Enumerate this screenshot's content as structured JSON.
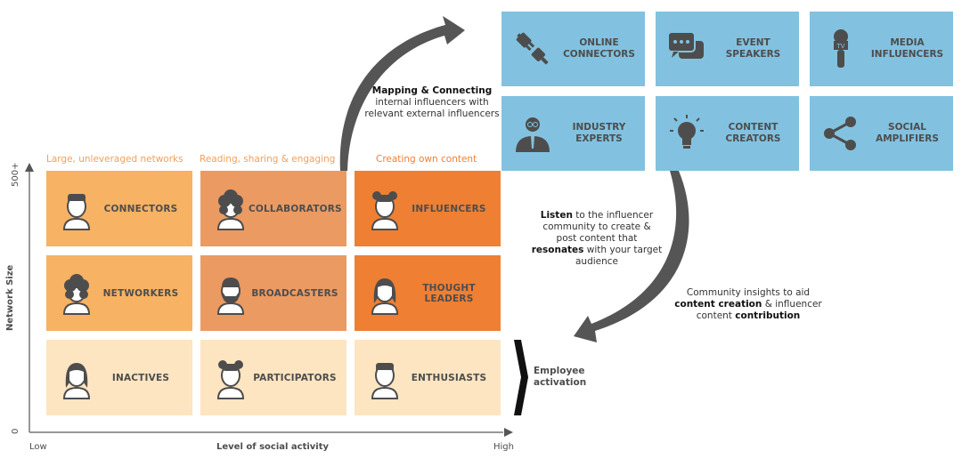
{
  "column_headers": [
    "Large, unleveraged networks",
    "Reading, sharing & engaging",
    "Creating own content"
  ],
  "column_header_colors": [
    "#f7b263",
    "#eb9a62",
    "#ef7f33"
  ],
  "grid": [
    {
      "label": "CONNECTORS",
      "icon": "person-short-hair-icon",
      "shade": "light"
    },
    {
      "label": "COLLABORATORS",
      "icon": "person-curly-hair-icon",
      "shade": "mid"
    },
    {
      "label": "INFLUENCERS",
      "icon": "person-buns-hair-icon",
      "shade": "dark"
    },
    {
      "label": "NETWORKERS",
      "icon": "person-curly-hair-icon",
      "shade": "light"
    },
    {
      "label": "BROADCASTERS",
      "icon": "person-beard-icon",
      "shade": "mid"
    },
    {
      "label": "THOUGHT LEADERS",
      "icon": "person-long-hair-icon",
      "shade": "dark"
    },
    {
      "label": "INACTIVES",
      "icon": "person-long-hair-icon",
      "shade": "pale"
    },
    {
      "label": "PARTICIPATORS",
      "icon": "person-buns-hair-icon",
      "shade": "pale"
    },
    {
      "label": "ENTHUSIASTS",
      "icon": "person-short-hair-icon",
      "shade": "pale"
    }
  ],
  "colors": {
    "light": "#f7b263",
    "mid": "#eb9a62",
    "dark": "#ef7f33",
    "pale": "#fde5c1",
    "blue": "#82c2e0",
    "text": "#4d4d4d",
    "arrow": "#555555"
  },
  "axes": {
    "y_label": "Network Size",
    "y_max": "500+",
    "y_min": "0",
    "x_label": "Level of social activity",
    "x_min": "Low",
    "x_max": "High"
  },
  "external": [
    {
      "line1": "ONLINE",
      "line2": "CONNECTORS",
      "icon": "plug-icon"
    },
    {
      "line1": "EVENT",
      "line2": "SPEAKERS",
      "icon": "chat-bubbles-icon"
    },
    {
      "line1": "MEDIA",
      "line2": "INFLUENCERS",
      "icon": "tv-microphone-icon"
    },
    {
      "line1": "INDUSTRY",
      "line2": "EXPERTS",
      "icon": "businessman-icon"
    },
    {
      "line1": "CONTENT",
      "line2": "CREATORS",
      "icon": "lightbulb-icon"
    },
    {
      "line1": "SOCIAL",
      "line2": "AMPLIFIERS",
      "icon": "share-icon"
    }
  ],
  "notes": {
    "mapping": {
      "bold": "Mapping & Connecting",
      "line2": "internal influencers with",
      "line3": "relevant external influencers"
    },
    "listen": {
      "b1": "Listen",
      "t1": " to the influencer",
      "t2": "community to create &",
      "t3": "post content that",
      "b2": "resonates",
      "t4": " with your target",
      "t5": "audience"
    },
    "insights": {
      "t1": "Community insights to aid",
      "b1": "content creation",
      "t2": " & influencer",
      "t3": "content ",
      "b2": "contribution"
    },
    "activation": {
      "line1": "Employee",
      "line2": "activation"
    }
  }
}
